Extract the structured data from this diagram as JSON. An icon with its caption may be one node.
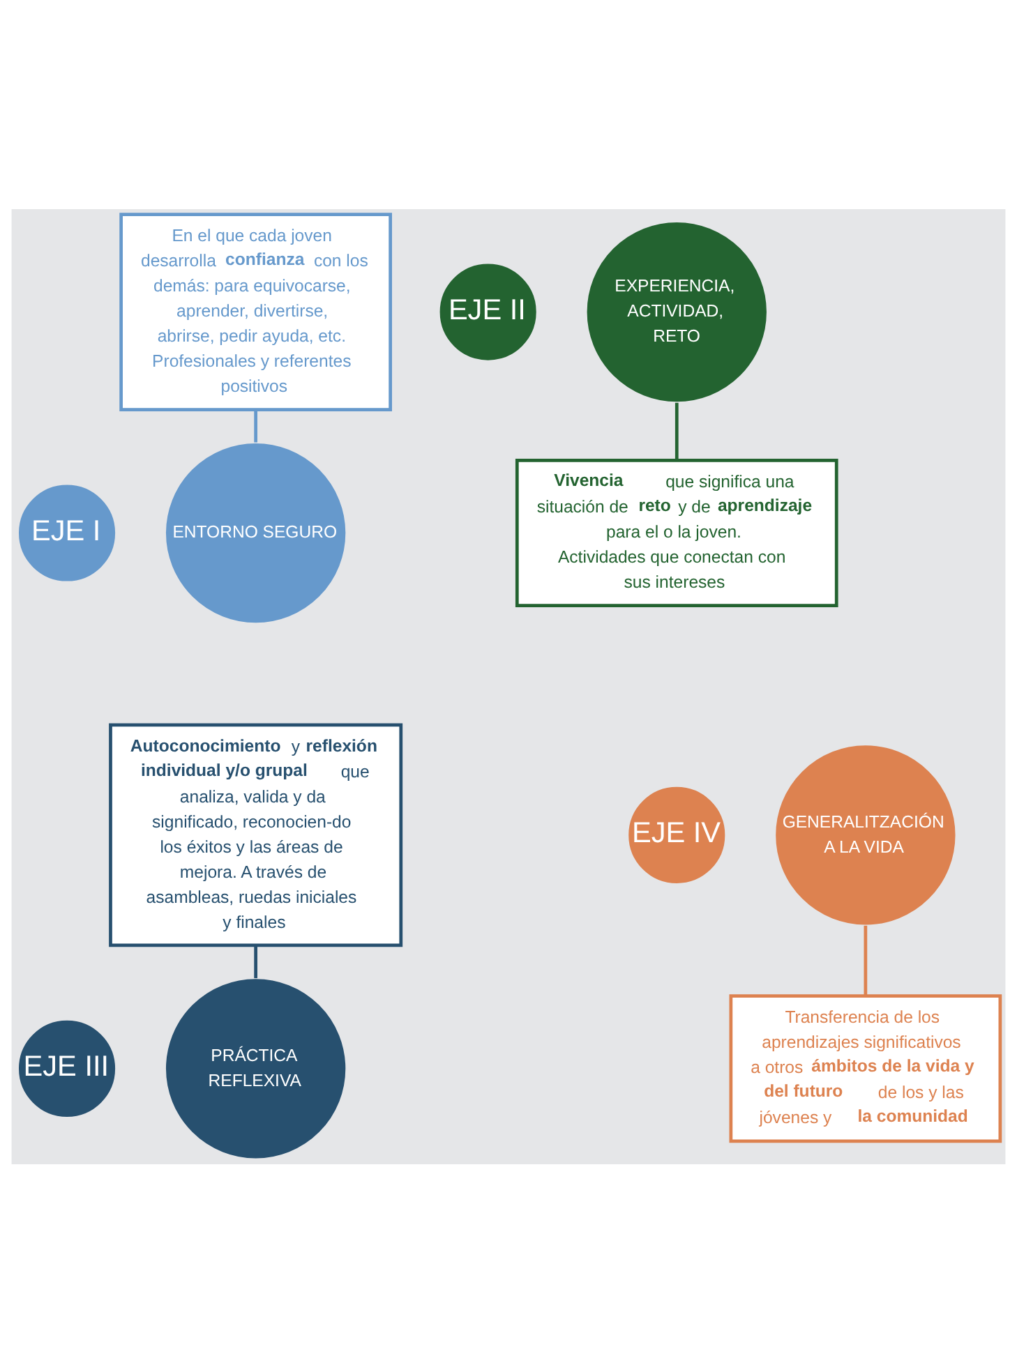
{
  "diagram": {
    "nodes": [
      {
        "text": [
          "En el que cada joven desarrolla **confianza** con los demás: para equivocarse, aprender, divertirse, abrirse, pedir ayuda, etc. Profesionales y referentes positivos"
        ]
      },
      {
        "text": [
          "ENTORNO SEGURO"
        ]
      },
      {
        "text": [
          "EJE I"
        ]
      },
      {
        "text": [
          "EJE II"
        ]
      },
      {
        "text": [
          "EXPERIENCIA, ACTIVIDAD, RETO"
        ]
      },
      {
        "text": [
          "**Vivencia** que significa una situación de **reto** y de **aprendizaje** para el o la joven. Actividades que conectan con sus intereses"
        ]
      },
      {
        "text": [
          "**Autoconocimiento** y **reflexión individual y/o grupal** que analiza, valida y da significado, reconocien-do los éxitos y las áreas de mejora. A través de asambleas, ruedas iniciales y finales"
        ]
      },
      {
        "text": [
          "PRÁCTICA REFLEXIVA"
        ]
      },
      {
        "text": [
          "EJE III"
        ]
      },
      {
        "text": [
          "EJE IV"
        ]
      },
      {
        "text": [
          "GENERALITZACIÓN A LA VIDA"
        ]
      },
      {
        "text": [
          "Transferencia de los aprendizajes significativos a otros **ámbitos de la vida y del futuro** de los y las jóvenes y **la comunidad**"
        ]
      }
    ],
    "edges": [
      {
        "from": 0,
        "to": 1,
        "arrow": "none",
        "color": "#6699cc"
      },
      {
        "from": 4,
        "to": 5,
        "arrow": "none",
        "color": "#236330"
      },
      {
        "from": 6,
        "to": 7,
        "arrow": "none",
        "color": "#27506f"
      },
      {
        "from": 10,
        "to": 11,
        "arrow": "none",
        "color": "#dd8250"
      }
    ]
  }
}
